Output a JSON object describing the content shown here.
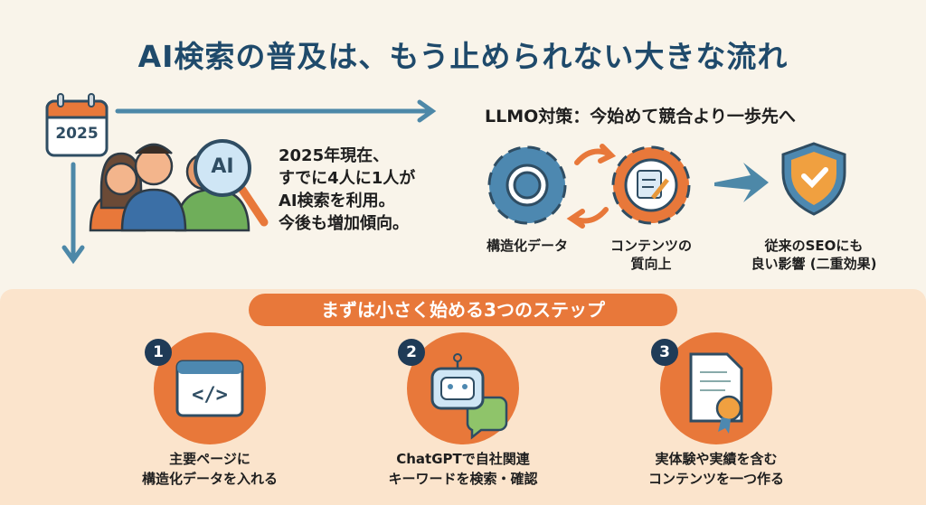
{
  "title": "AI検索の普及は、もう止められない大きな流れ",
  "timeline": {
    "year": "2025",
    "stat_lines": [
      "2025年現在、",
      "すでに4人に1人が",
      "AI検索を利用。",
      "今後も増加傾向。"
    ],
    "magnifier_text": "AI"
  },
  "llmo": {
    "heading": "LLMO対策：今始めて競合より一歩先へ",
    "items": [
      {
        "label_lines": [
          "構造化データ"
        ]
      },
      {
        "label_lines": [
          "コンテンツの",
          "質向上"
        ]
      },
      {
        "label_lines": [
          "従来のSEOにも",
          "良い影響 (二重効果)"
        ]
      }
    ]
  },
  "steps": {
    "banner": "まずは小さく始める3つのステップ",
    "items": [
      {
        "number": "1",
        "lines": [
          "主要ページに",
          "構造化データを入れる"
        ]
      },
      {
        "number": "2",
        "lines": [
          "ChatGPTで自社関連",
          "キーワードを検索・確認"
        ]
      },
      {
        "number": "3",
        "lines": [
          "実体験や実績を含む",
          "コンテンツを一つ作る"
        ]
      }
    ]
  },
  "colors": {
    "navy": "#1f4a6b",
    "orange": "#e8783a",
    "blue": "#4d88b0",
    "peach": "#fbe4cc",
    "cream": "#f9f4ea"
  }
}
